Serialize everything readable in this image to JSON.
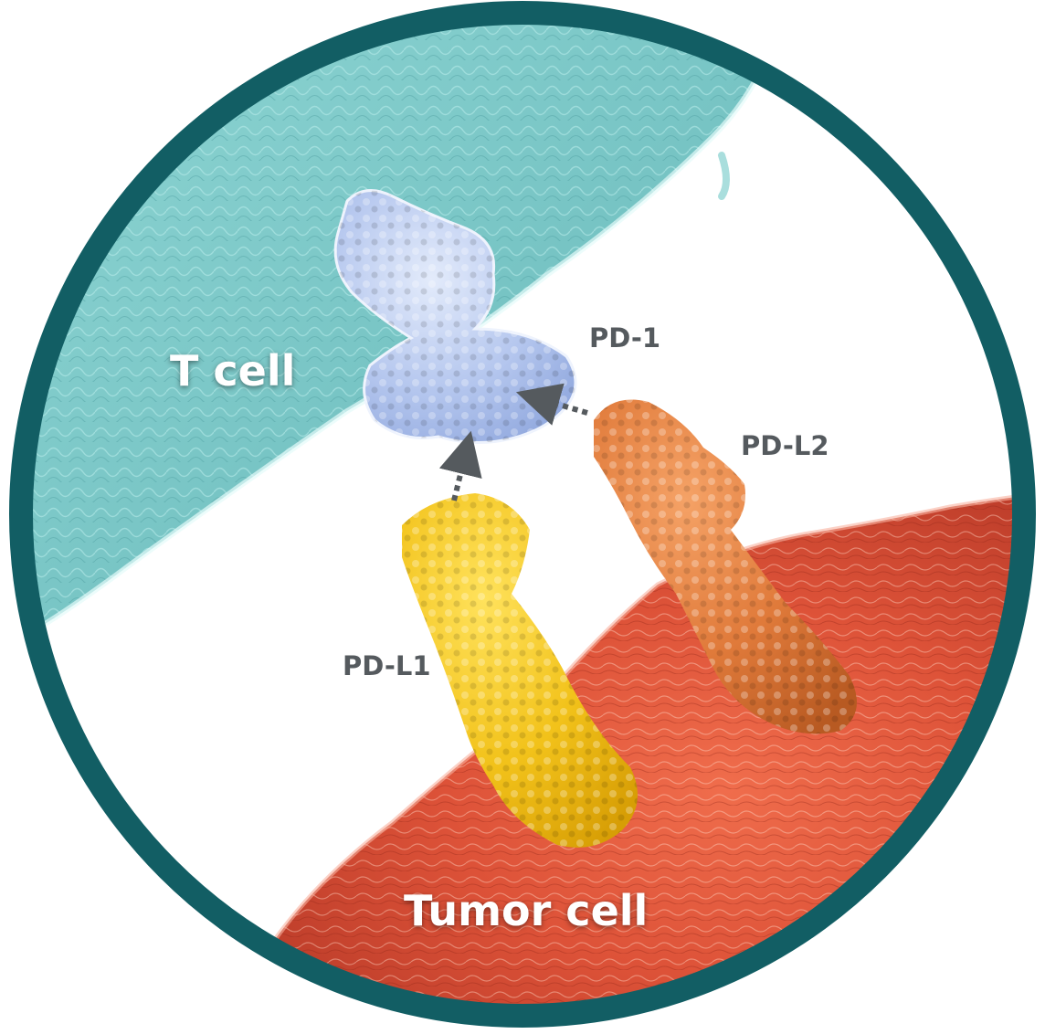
{
  "labels": {
    "t_cell": "T cell",
    "tumor_cell": "Tumor cell",
    "pd1": "PD-1",
    "pdl1": "PD-L1",
    "pdl2": "PD-L2"
  },
  "colors": {
    "ring": "#125e64",
    "t_cell": "#7cc9c9",
    "tumor_cell": "#e05a3f",
    "pd1": "#b4c6ee",
    "pdl1": "#f2c21a",
    "pdl2": "#e07a3a",
    "arrow": "#555a5e"
  }
}
